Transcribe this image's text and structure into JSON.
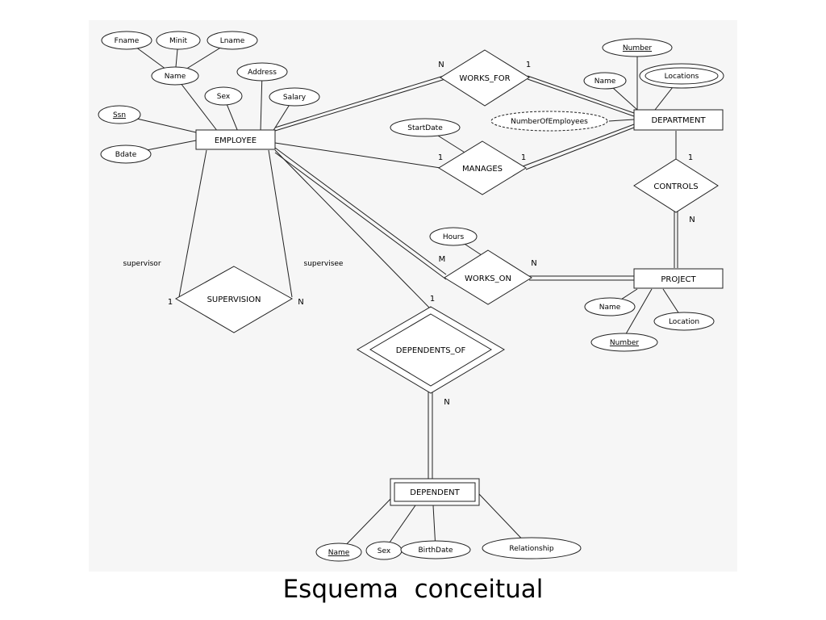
{
  "title": "Esquema  conceitual",
  "colors": {
    "diagram_background": "#f6f6f6",
    "stroke": "#222222"
  },
  "entities": {
    "employee": "EMPLOYEE",
    "department": "DEPARTMENT",
    "project": "PROJECT",
    "dependent": "DEPENDENT"
  },
  "relationships": {
    "works_for": "WORKS_FOR",
    "manages": "MANAGES",
    "controls": "CONTROLS",
    "works_on": "WORKS_ON",
    "supervision": "SUPERVISION",
    "dependents_of": "DEPENDENTS_OF"
  },
  "attributes": {
    "fname": "Fname",
    "minit": "Minit",
    "lname": "Lname",
    "name": "Name",
    "address": "Address",
    "sex": "Sex",
    "salary": "Salary",
    "ssn": "Ssn",
    "bdate": "Bdate",
    "dept_number": "Number",
    "dept_name": "Name",
    "locations": "Locations",
    "number_of_employees": "NumberOfEmployees",
    "start_date": "StartDate",
    "hours": "Hours",
    "proj_name": "Name",
    "proj_location": "Location",
    "proj_number": "Number",
    "dep_name": "Name",
    "dep_sex": "Sex",
    "birth_date": "BirthDate",
    "relationship": "Relationship"
  },
  "cardinalities": {
    "works_for_emp": "N",
    "works_for_dept": "1",
    "manages_emp": "1",
    "manages_dept": "1",
    "controls_dept": "1",
    "controls_proj": "N",
    "works_on_emp": "M",
    "works_on_proj": "N",
    "supervision_1": "1",
    "supervision_n": "N",
    "dependents_of_emp": "1",
    "dependents_of_dep": "N"
  },
  "roles": {
    "supervisor": "supervisor",
    "supervisee": "supervisee"
  }
}
